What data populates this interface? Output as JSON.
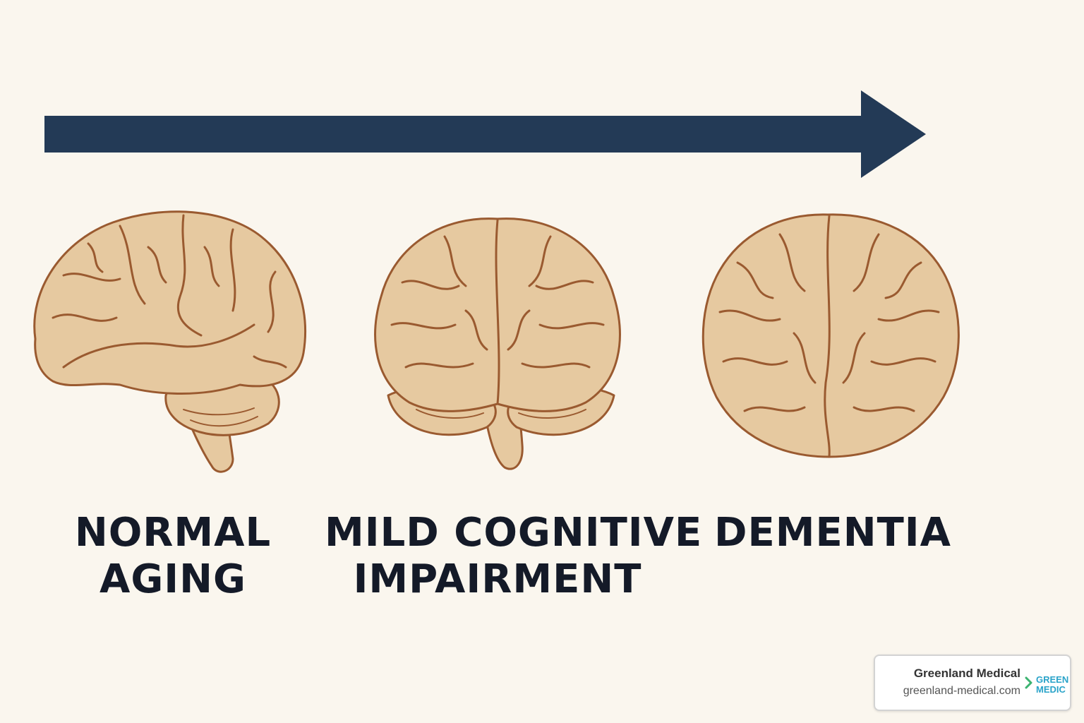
{
  "stages": [
    {
      "id": "normal-aging",
      "line1": "NORMAL",
      "line2": "AGING"
    },
    {
      "id": "mild-cognitive-impairment",
      "line1": "MILD COGNITIVE",
      "line2": "IMPAIRMENT"
    },
    {
      "id": "dementia",
      "line1": "DEMENTIA",
      "line2": ""
    }
  ],
  "watermark": {
    "name": "Greenland Medical",
    "url": "greenland-medical.com",
    "logo_line1": "GREEN",
    "logo_line2": "MEDIC"
  },
  "colors": {
    "background": "#faf6ee",
    "arrow": "#233a56",
    "brain_fill": "#e6c9a0",
    "brain_outline": "#9a5a30",
    "label_text": "#141a28",
    "logo_accent": "#2aa3c9"
  },
  "icons": {
    "progression": "arrow-right-icon",
    "stage_image": "brain-icon",
    "logo_mark": "chevron-right-icon"
  }
}
